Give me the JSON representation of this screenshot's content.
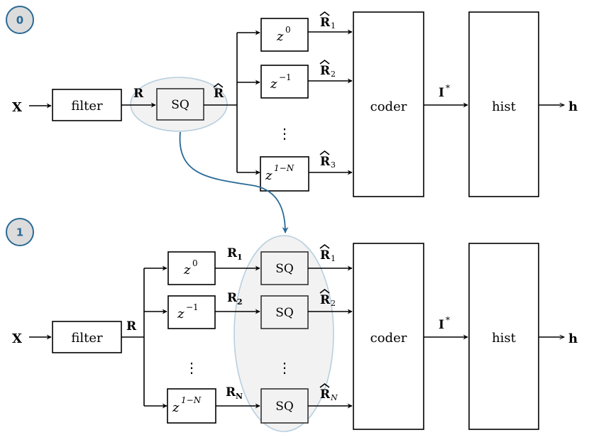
{
  "badges": {
    "top": "0",
    "bottom": "1"
  },
  "labels": {
    "input": "X",
    "filter": "filter",
    "sq": "SQ",
    "coder": "coder",
    "hist": "hist",
    "output": "h",
    "r": "R",
    "i_star": "I",
    "i_star_sup": "*",
    "z": "z",
    "z0": "0",
    "zm1": "−1",
    "z1n": "1−N",
    "dots": "⋮",
    "rhat": "R",
    "rhat_1": "1",
    "rhat_2": "2",
    "rhat_3": "3",
    "rhat_n": "N",
    "r_1": "1",
    "r_2": "2",
    "r_n": "N"
  },
  "colors": {
    "accent": "#2a6a96",
    "ellipse_fill": "#f2f2f2",
    "ellipse_stroke": "#b8cfe0"
  }
}
